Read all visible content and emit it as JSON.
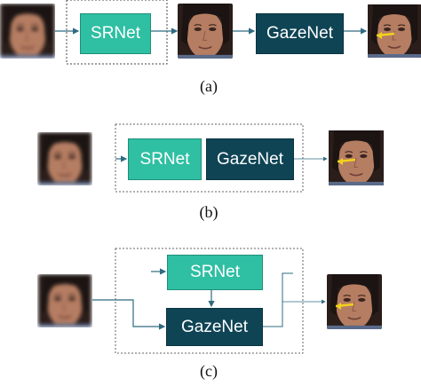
{
  "modules": {
    "sr_label": "SRNet",
    "gaze_label": "GazeNet"
  },
  "captions": {
    "a": "(a)",
    "b": "(b)",
    "c": "(c)"
  },
  "colors": {
    "srnet": "#2fbfa3",
    "gazenet": "#0f4455",
    "arrow": "#2f6b80",
    "gaze_arrow": "#f2d21c"
  },
  "icons": {
    "input": "low-resolution-face-image",
    "enhanced": "super-resolved-face-image",
    "output": "face-image-with-gaze-arrow"
  }
}
